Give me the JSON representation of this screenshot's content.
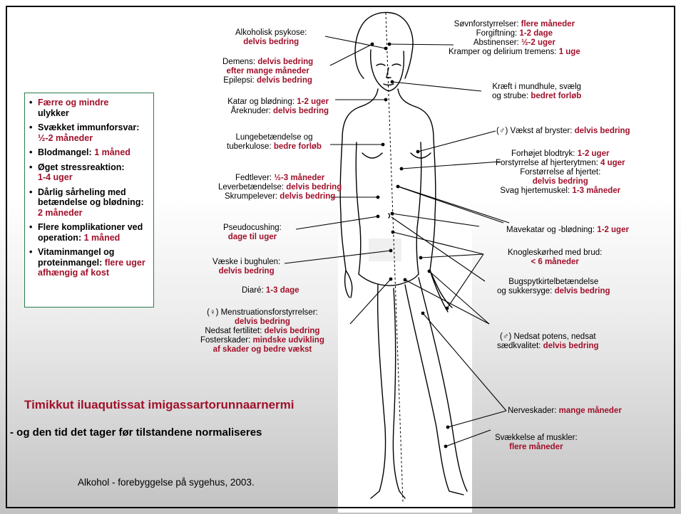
{
  "slide": {
    "title": "Timikkut iluaqutissat imigassartorunnaarnermi",
    "subtitle": "- og den tid det tager før tilstandene normaliseres",
    "citation": "Alkohol - forebyggelse på sygehus, 2003."
  },
  "sidebar": {
    "items": [
      {
        "text": "Færre og mindre",
        "text2": "ulykker",
        "value": ""
      },
      {
        "text": "Svækket immunforsvar:",
        "value": "½-2 måneder"
      },
      {
        "text": "Blodmangel:",
        "value": "1 måned"
      },
      {
        "text": "Øget stressreaktion:",
        "value": "1-4 uger"
      },
      {
        "text": "Dårlig sårheling med betændelse og blødning:",
        "value": "2 måneder"
      },
      {
        "text": "Flere komplikationer ved operation:",
        "value": "1 måned"
      },
      {
        "text": "Vitaminmangel og proteinmangel:",
        "value": "flere uger afhængig af kost"
      }
    ]
  },
  "labels": {
    "psychosis": {
      "text": "Alkoholisk psykose:",
      "value": "delvis bedring"
    },
    "dementia": {
      "text": "Demens:",
      "value": "delvis bedring",
      "value2": "efter mange måneder"
    },
    "epilepsy": {
      "text": "Epilepsi:",
      "value": "delvis bedring"
    },
    "catarrh": {
      "text": "Katar og blødning:",
      "value": "1-2 uger"
    },
    "varices": {
      "text": "Åreknuder:",
      "value": "delvis bedring"
    },
    "pneumonia": {
      "text": "Lungebetændelse og",
      "text2": "tuberkulose:",
      "value": "bedre forløb"
    },
    "fatty_liver": {
      "text": "Fedtlever:",
      "value": "½-3 måneder"
    },
    "hepatitis": {
      "text": "Leverbetændelse:",
      "value": "delvis bedring"
    },
    "cirrhosis": {
      "text": "Skrumpelever:",
      "value": "delvis bedring"
    },
    "pseudocushing": {
      "text": "Pseudocushing:",
      "value": "dage til uger"
    },
    "ascites": {
      "text": "Væske i bughulen:",
      "value": "delvis bedring"
    },
    "diarrhea": {
      "text": "Diaré:",
      "value": "1-3 dage"
    },
    "menstrual": {
      "text": "(♀) Menstruationsforstyrrelser:",
      "value": "delvis bedring"
    },
    "fertility": {
      "text": "Nedsat fertilitet:",
      "value": "delvis bedring"
    },
    "fetal": {
      "text": "Fosterskader:",
      "value": "mindske udvikling",
      "value2": "af skader og bedre vækst"
    },
    "sleep": {
      "text": "Søvnforstyrrelser:",
      "value": "flere måneder"
    },
    "poisoning": {
      "text": "Forgiftning:",
      "value": "1-2 dage"
    },
    "abstinence": {
      "text": "Abstinenser:",
      "value": "½-2 uger"
    },
    "cramps": {
      "text": "Kramper og delirium tremens:",
      "value": "1 uge"
    },
    "cancer": {
      "text": "Kræft i mundhule, svælg",
      "text2": "og strube:",
      "value": "bedret forløb"
    },
    "breasts": {
      "text": "(♂) Vækst af bryster:",
      "value": "delvis bedring"
    },
    "blood_pressure": {
      "text": "Forhøjet blodtryk:",
      "value": "1-2 uger"
    },
    "heart_rhythm": {
      "text": "Forstyrrelse af hjerterytmen:",
      "value": "4 uger"
    },
    "heart_enlarge": {
      "text": "Forstørrelse af hjertet:",
      "value": "delvis bedring"
    },
    "heart_muscle": {
      "text": "Svag hjertemuskel:",
      "value": "1-3 måneder"
    },
    "gastritis": {
      "text": "Mavekatar og -blødning:",
      "value": "1-2 uger"
    },
    "osteoporosis": {
      "text": "Knogleskørhed med brud:",
      "value": "< 6 måneder"
    },
    "pancreas": {
      "text": "Bugspytkirtelbetændelse",
      "text2": "og sukkersyge:",
      "value": "delvis bedring"
    },
    "potency": {
      "text": "(♂) Nedsat potens, nedsat",
      "text2": "sædkvalitet:",
      "value": "delvis bedring"
    },
    "nerve": {
      "text": "Nerveskader:",
      "value": "mange måneder"
    },
    "muscles": {
      "text": "Svækkelse af muskler:",
      "value": "flere måneder"
    }
  },
  "colors": {
    "accent": "#a0102a",
    "box_border": "#2a7d4a"
  }
}
